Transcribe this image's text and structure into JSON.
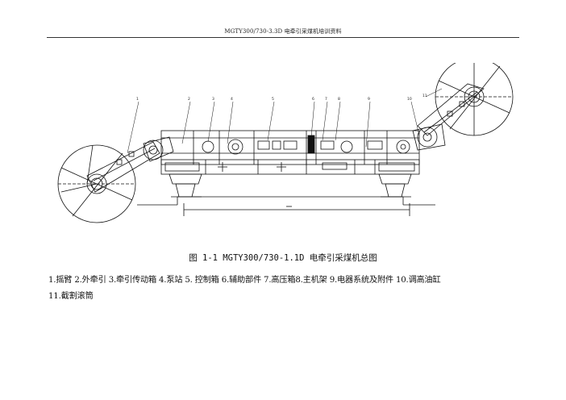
{
  "header": {
    "text": "MGTY300/730-3.3D 电牵引采煤机培训资料"
  },
  "figure": {
    "callouts": [
      "1",
      "2",
      "3",
      "4",
      "5",
      "6",
      "7",
      "8",
      "9",
      "10",
      "11"
    ],
    "caption": "图 1-1 MGTY300/730-1.1D 电牵引采煤机总图"
  },
  "legend": {
    "items": [
      "1.摇臂",
      "2.外牵引",
      "3.牵引传动箱",
      "4.泵站",
      "5. 控制箱",
      "6.辅助部件",
      "7.高压箱",
      "8.主机架",
      "9.电器系统及附件",
      "10.调高油缸",
      "11.截割滚筒"
    ]
  }
}
